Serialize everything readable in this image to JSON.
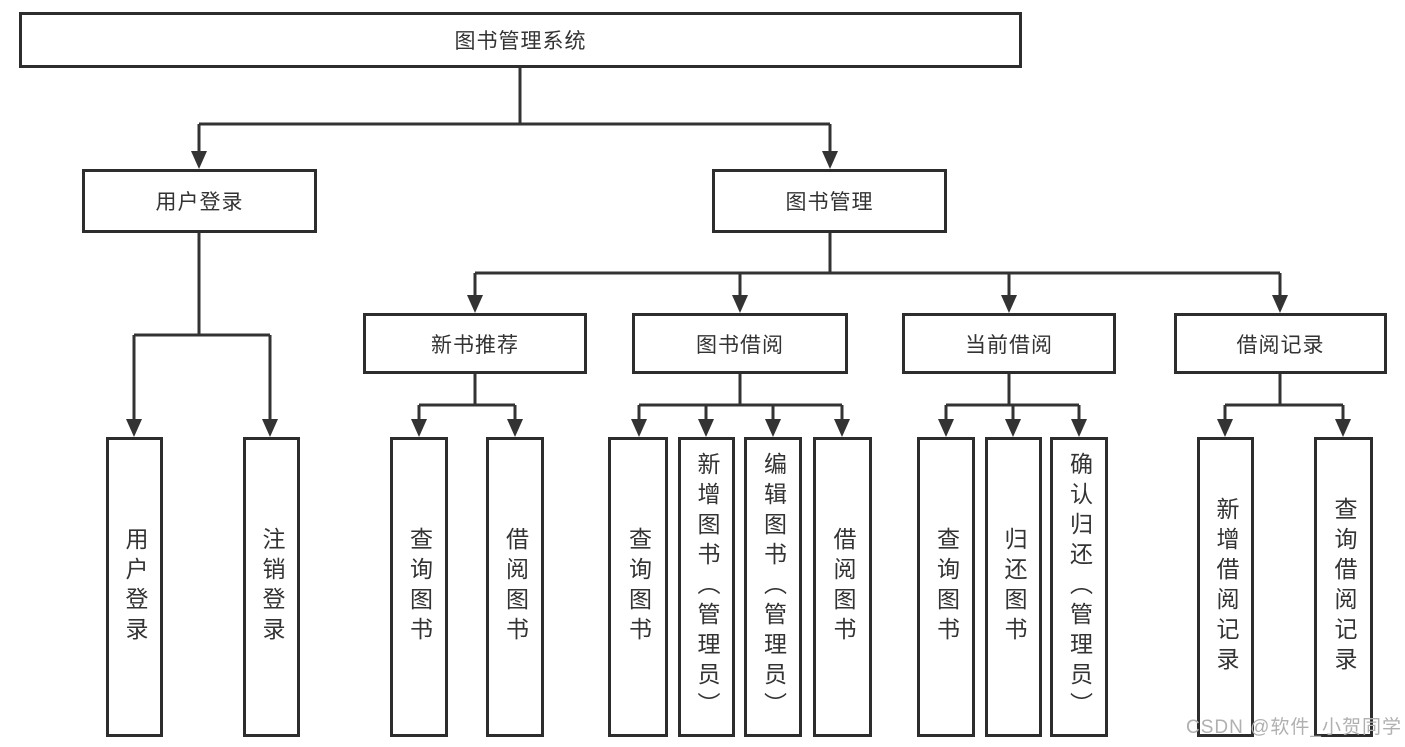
{
  "tree": {
    "label": "图书管理系统",
    "children": [
      {
        "label": "用户登录",
        "children": [
          {
            "label": "用户登录"
          },
          {
            "label": "注销登录"
          }
        ]
      },
      {
        "label": "图书管理",
        "children": [
          {
            "label": "新书推荐",
            "children": [
              {
                "label": "查询图书"
              },
              {
                "label": "借阅图书"
              }
            ]
          },
          {
            "label": "图书借阅",
            "children": [
              {
                "label": "查询图书"
              },
              {
                "label": "新增图书（管理员）"
              },
              {
                "label": "编辑图书（管理员）"
              },
              {
                "label": "借阅图书"
              }
            ]
          },
          {
            "label": "当前借阅",
            "children": [
              {
                "label": "查询图书"
              },
              {
                "label": "归还图书"
              },
              {
                "label": "确认归还（管理员）"
              }
            ]
          },
          {
            "label": "借阅记录",
            "children": [
              {
                "label": "新增借阅记录"
              },
              {
                "label": "查询借阅记录"
              }
            ]
          }
        ]
      }
    ]
  },
  "watermark": {
    "text": "CSDN @软件_小贺同学"
  },
  "colors": {
    "line": "#333333",
    "box_border": "#2d2d2d",
    "text": "#333333",
    "watermark": "#b0b0b0",
    "background": "#ffffff"
  }
}
